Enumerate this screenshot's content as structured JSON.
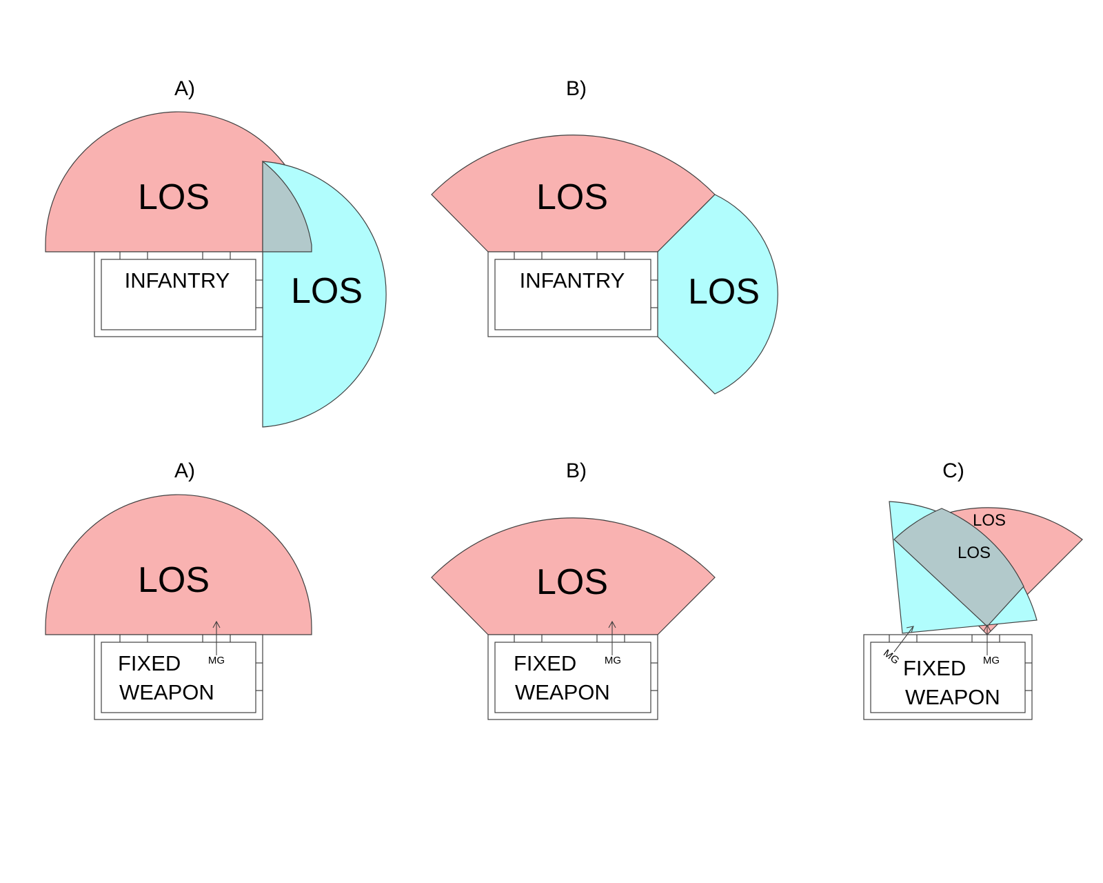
{
  "colors": {
    "pink": "#f9b2b1",
    "cyan": "#b1fdfd",
    "overlap": "#b2c9cb",
    "line": "#3f3f3f"
  },
  "top_row": {
    "a": {
      "panel": "A)",
      "los_top": "LOS",
      "los_side": "LOS",
      "unit": "INFANTRY"
    },
    "b": {
      "panel": "B)",
      "los_top": "LOS",
      "los_side": "LOS",
      "unit": "INFANTRY"
    }
  },
  "bottom_row": {
    "a": {
      "panel": "A)",
      "los": "LOS",
      "unit_line1": "FIXED",
      "unit_line2": "WEAPON",
      "mg": "MG"
    },
    "b": {
      "panel": "B)",
      "los": "LOS",
      "unit_line1": "FIXED",
      "unit_line2": "WEAPON",
      "mg": "MG"
    },
    "c": {
      "panel": "C)",
      "los_1": "LOS",
      "los_2": "LOS",
      "unit_line1": "FIXED",
      "unit_line2": "WEAPON",
      "mg_1": "MG",
      "mg_2": "MG"
    }
  }
}
